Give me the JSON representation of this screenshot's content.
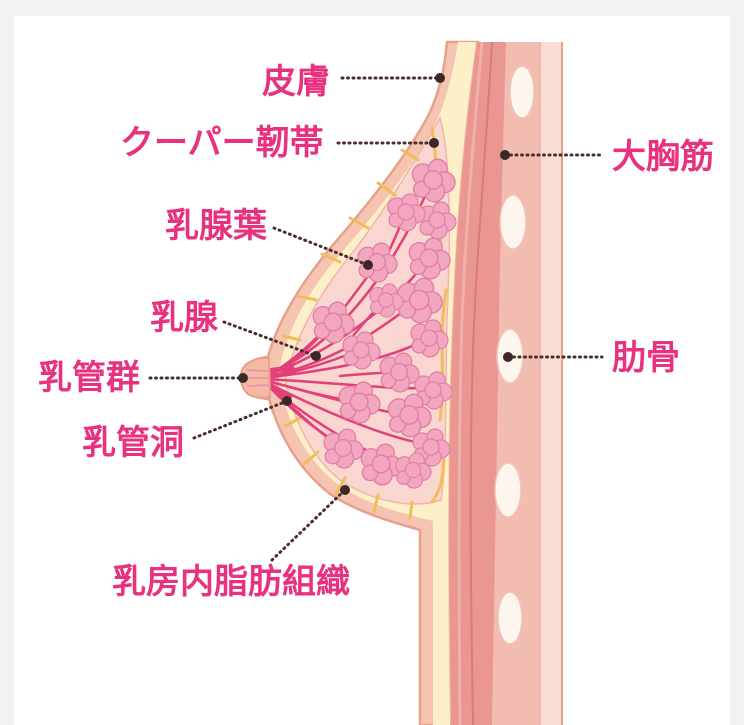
{
  "diagram": {
    "labels": {
      "skin": "皮膚",
      "cooper_ligament": "クーパー靭帯",
      "mammary_lobe": "乳腺葉",
      "mammary_gland": "乳腺",
      "lactiferous_ducts": "乳管群",
      "lactiferous_sinus": "乳管洞",
      "adipose_tissue": "乳房内脂肪組織",
      "pectoralis_major": "大胸筋",
      "rib": "肋骨"
    },
    "colors": {
      "frame_background": "#f2f2f2",
      "label_text": "#e8327f",
      "leader_line": "#4a2e2e",
      "skin": "#f6c5b2",
      "fat": "#fdf0c9",
      "gland_tissue": "#f9d6cf",
      "lobe": "#f3a6c0",
      "duct": "#e23f7b",
      "pectoral_muscle": "#ea9793",
      "rib": "#fdf6ee",
      "ligament": "#efbd5a"
    }
  }
}
